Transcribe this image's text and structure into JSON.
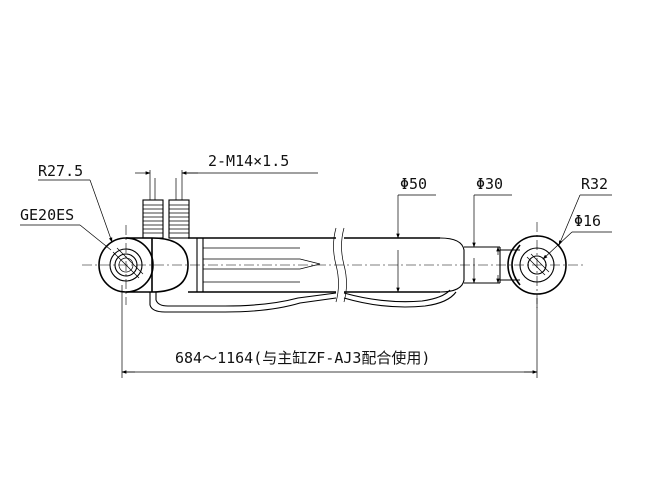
{
  "labels": {
    "r27_5": "R27.5",
    "ge20es": "GE20ES",
    "thread": "2-M14×1.5",
    "dia50": "Φ50",
    "dia30": "Φ30",
    "r32": "R32",
    "dia16": "Φ16",
    "length": "684～1164(与主缸ZF-AJ3配合使用)"
  }
}
